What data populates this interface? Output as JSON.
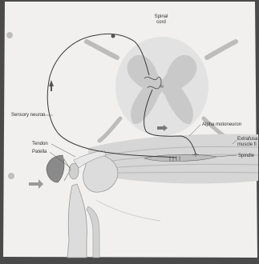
{
  "labels": {
    "spinal_cord_line1": "Spinal",
    "spinal_cord_line2": "cord",
    "sensory_neuron": "Sensory neuron",
    "alpha_motoneuron": "Alpha motoneuron",
    "extrafusal_line1": "Extrafusa",
    "extrafusal_line2": "muscle fi",
    "tendon": "Tendon",
    "patella": "Patella",
    "spindle": "Spindle"
  },
  "colors": {
    "page_background": "#4a4a4a",
    "paper": "#f1f0ee",
    "gray_matter": "#c9c9c9",
    "white_matter": "#e2e2e2",
    "muscle": "#cfcfcf",
    "nerve_line": "#3a3a3a",
    "hammer": "#8a8a8a"
  },
  "icons": {
    "stimulus_arrow": "arrow-right-icon",
    "afferent_arrow": "arrow-up-icon",
    "efferent_arrow": "arrow-right-icon"
  }
}
